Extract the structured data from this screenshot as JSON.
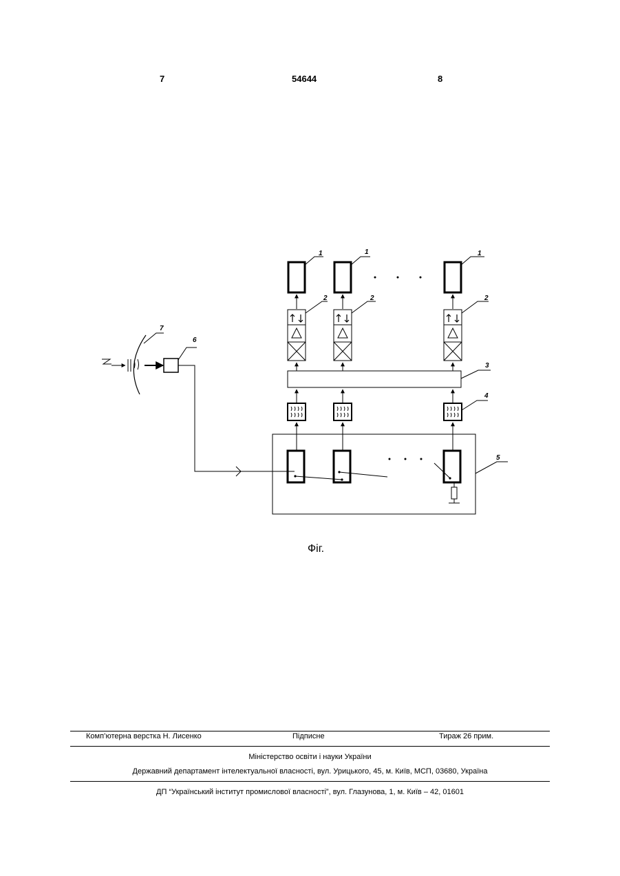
{
  "header": {
    "left_page": "7",
    "patent_number": "54644",
    "right_page": "8"
  },
  "figure": {
    "labels": {
      "monitor": "1",
      "converter": "2",
      "bus": "3",
      "filter": "4",
      "receiver_block": "5",
      "feed": "6",
      "antenna": "7"
    },
    "caption": "Фіг."
  },
  "footer": {
    "typesetting": "Комп’ютерна верстка Н. Лисенко",
    "subscription": "Підписне",
    "circulation": "Тираж 26 прим.",
    "ministry": "Міністерство освіти і науки України",
    "department": "Державний департамент інтелектуальної власності, вул. Урицького, 45, м. Київ, МСП, 03680, Україна",
    "institute": "ДП “Український інститут промислової власності”, вул. Глазунова, 1, м. Київ – 42, 01601"
  }
}
